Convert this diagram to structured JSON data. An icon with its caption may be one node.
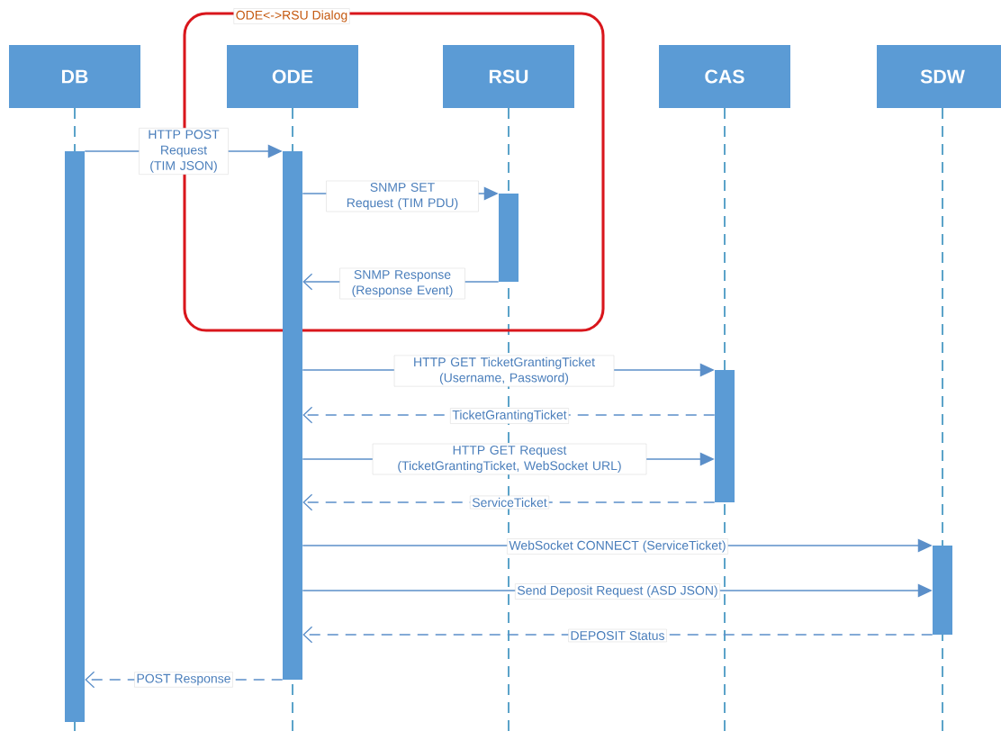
{
  "diagram": {
    "nodes": [
      {
        "text": [
          "ODE<->RSU Dialog"
        ]
      },
      {
        "text": [
          "DB"
        ]
      },
      {
        "text": [
          "ODE"
        ],
        "in": 0
      },
      {
        "text": [
          "RSU"
        ],
        "in": 0
      },
      {
        "text": [
          "CAS"
        ]
      },
      {
        "text": [
          "SDW"
        ]
      },
      {
        "text": [],
        "shape": "bar"
      },
      {
        "text": [],
        "shape": "bar"
      },
      {
        "text": [],
        "shape": "bar",
        "in": 0
      },
      {
        "text": [],
        "shape": "bar"
      },
      {
        "text": [],
        "shape": "bar"
      }
    ],
    "edges": [
      {
        "from": 6,
        "to": 7,
        "arrow": "to",
        "label": "HTTP POST Request (TIM JSON)"
      },
      {
        "from": 7,
        "to": 8,
        "arrow": "to",
        "label": "SNMP SET Request (TIM PDU)"
      },
      {
        "from": 8,
        "to": 7,
        "arrow": "to",
        "label": "SNMP Response (Response Event)"
      },
      {
        "from": 7,
        "to": 9,
        "arrow": "to",
        "label": "HTTP GET TicketGrantingTicket (Username, Password)"
      },
      {
        "from": 9,
        "to": 7,
        "arrow": "to",
        "label": "TicketGrantingTicket",
        "style": "dashed"
      },
      {
        "from": 7,
        "to": 9,
        "arrow": "to",
        "label": "HTTP GET Request (TicketGrantingTicket, WebSocket URL)"
      },
      {
        "from": 9,
        "to": 7,
        "arrow": "to",
        "label": "ServiceTicket",
        "style": "dashed"
      },
      {
        "from": 7,
        "to": 10,
        "arrow": "to",
        "label": "WebSocket CONNECT (ServiceTicket)"
      },
      {
        "from": 7,
        "to": 10,
        "arrow": "to",
        "label": "Send Deposit Request (ASD JSON)"
      },
      {
        "from": 10,
        "to": 7,
        "arrow": "to",
        "label": "DEPOSIT Status",
        "style": "dashed"
      },
      {
        "from": 7,
        "to": 6,
        "arrow": "to",
        "label": "POST Response",
        "style": "dashed"
      }
    ]
  }
}
